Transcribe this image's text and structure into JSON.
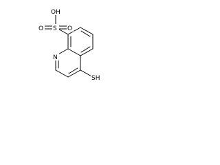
{
  "molecule": {
    "atoms": {
      "hydroxyl": "OH",
      "sulfur_center": "S",
      "oxygen_left": "O",
      "oxygen_right": "O",
      "nitrogen": "N",
      "thiol": "SH"
    }
  }
}
